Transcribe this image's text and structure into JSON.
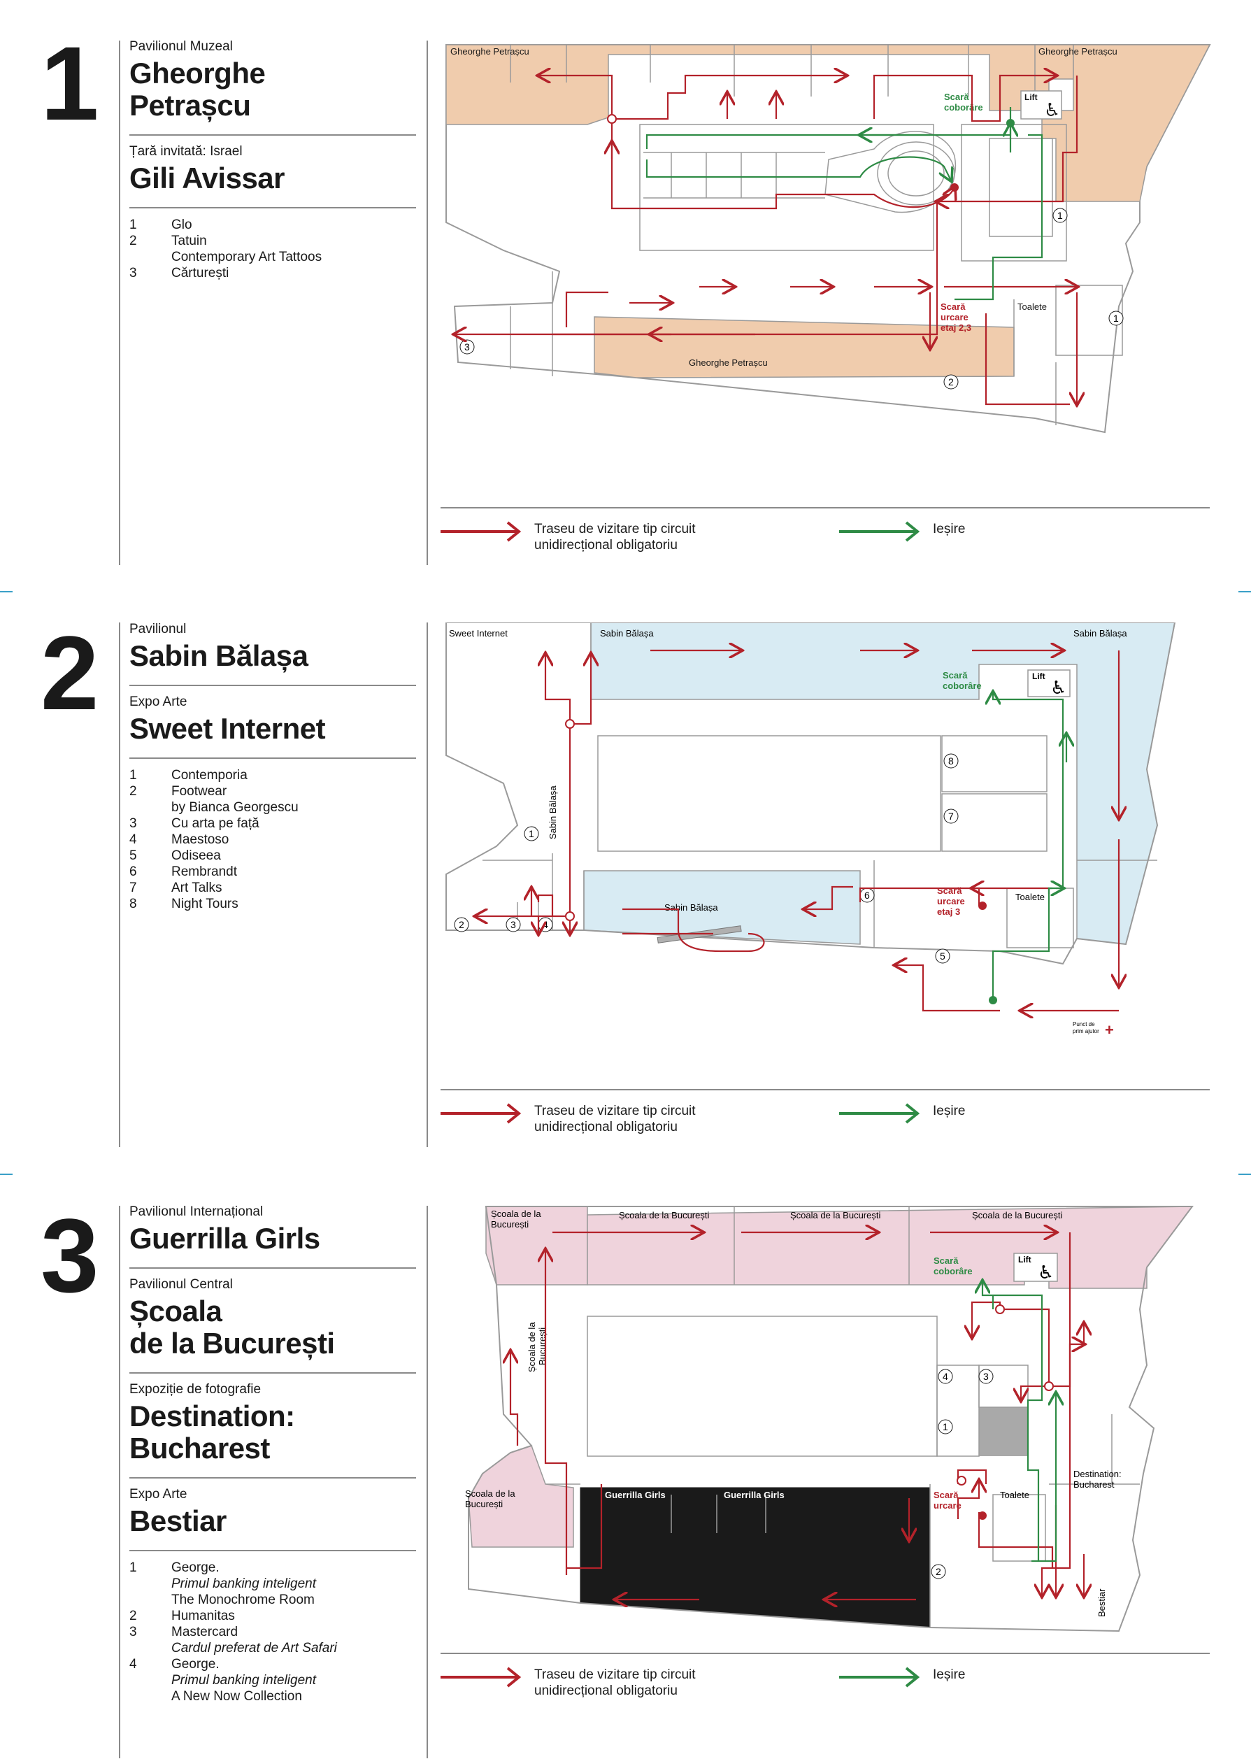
{
  "colors": {
    "route_red": "#b3222a",
    "exit_green": "#2e8b45",
    "tan": "#f0ccad",
    "blue": "#d8ebf3",
    "pink": "#efd3dc",
    "black": "#1a1a1a",
    "grey": "#a9a9a9",
    "wall": "#9a9a9a"
  },
  "legend": {
    "route_line1": "Traseu de vizitare tip circuit",
    "route_line2": "unidirecțional obligatoriu",
    "exit_label": "Ieșire"
  },
  "sections": [
    {
      "number": "1",
      "blocks": [
        {
          "kicker": "Pavilionul Muzeal",
          "title": "Gheorghe Petrașcu"
        },
        {
          "kicker": "Țară invitată: Israel",
          "title": "Gili Avissar"
        }
      ],
      "list": [
        {
          "n": "1",
          "lines": [
            {
              "t": "Glo"
            }
          ]
        },
        {
          "n": "2",
          "lines": [
            {
              "t": "Tatuin"
            },
            {
              "t": "Contemporary Art Tattoos"
            }
          ]
        },
        {
          "n": "3",
          "lines": [
            {
              "t": "Cărturești"
            }
          ]
        }
      ],
      "map": {
        "labels": {
          "room_tl": "Gheorghe Petrașcu",
          "room_tr": "Gheorghe Petrașcu",
          "room_bottom": "Gheorghe Petrașcu",
          "lift": "Lift",
          "stairs_down_1": "Scară",
          "stairs_down_2": "coborâre",
          "stairs_up_1": "Scară",
          "stairs_up_2": "urcare",
          "stairs_up_3": "etaj 2,3",
          "toilets": "Toalete"
        },
        "markers": [
          "1",
          "1",
          "2",
          "3"
        ]
      }
    },
    {
      "number": "2",
      "blocks": [
        {
          "kicker": "Pavilionul",
          "title": "Sabin Bălașa"
        },
        {
          "kicker": "Expo Arte",
          "title": "Sweet Internet"
        }
      ],
      "list": [
        {
          "n": "1",
          "lines": [
            {
              "t": "Contemporia"
            }
          ]
        },
        {
          "n": "2",
          "lines": [
            {
              "t": "Footwear"
            },
            {
              "t": "by Bianca Georgescu"
            }
          ]
        },
        {
          "n": "3",
          "lines": [
            {
              "t": "Cu arta pe față"
            }
          ]
        },
        {
          "n": "4",
          "lines": [
            {
              "t": "Maestoso"
            }
          ]
        },
        {
          "n": "5",
          "lines": [
            {
              "t": "Odiseea"
            }
          ]
        },
        {
          "n": "6",
          "lines": [
            {
              "t": "Rembrandt"
            }
          ]
        },
        {
          "n": "7",
          "lines": [
            {
              "t": "Art Talks"
            }
          ]
        },
        {
          "n": "8",
          "lines": [
            {
              "t": "Night Tours"
            }
          ]
        }
      ],
      "map": {
        "labels": {
          "room_tl": "Sweet Internet",
          "room_tm": "Sabin Bălașa",
          "room_tr": "Sabin Bălașa",
          "vertical": "Sabin Bălașa",
          "room_center": "Sabin Bălașa",
          "lift": "Lift",
          "stairs_down_1": "Scară",
          "stairs_down_2": "coborâre",
          "stairs_up_1": "Scară",
          "stairs_up_2": "urcare",
          "stairs_up_3": "etaj 3",
          "toilets": "Toalete",
          "first_aid_1": "Punct de",
          "first_aid_2": "prim ajutor"
        },
        "markers": [
          "1",
          "2",
          "3",
          "4",
          "5",
          "6",
          "7",
          "8"
        ]
      }
    },
    {
      "number": "3",
      "blocks": [
        {
          "kicker": "Pavilionul Internațional",
          "title": "Guerrilla Girls"
        },
        {
          "kicker": "Pavilionul Central",
          "title": "Școala de la București",
          "title_lines": [
            "Școala",
            "de la București"
          ]
        },
        {
          "kicker": "Expoziție de fotografie",
          "title": "Destination: Bucharest",
          "title_lines": [
            "Destination:",
            "Bucharest"
          ]
        },
        {
          "kicker": "Expo Arte",
          "title": "Bestiar"
        }
      ],
      "list": [
        {
          "n": "1",
          "lines": [
            {
              "t": "George."
            },
            {
              "t": "Primul banking inteligent",
              "i": true
            },
            {
              "t": "The Monochrome Room"
            }
          ]
        },
        {
          "n": "2",
          "lines": [
            {
              "t": "Humanitas"
            }
          ]
        },
        {
          "n": "3",
          "lines": [
            {
              "t": "Mastercard"
            },
            {
              "t": "Cardul preferat de Art Safari",
              "i": true
            }
          ]
        },
        {
          "n": "4",
          "lines": [
            {
              "t": "George."
            },
            {
              "t": "Primul banking inteligent",
              "i": true
            },
            {
              "t": "A New Now Collection"
            }
          ]
        }
      ],
      "map": {
        "labels": {
          "room_tl_1": "Școala de la",
          "room_tl_2": "București",
          "room_t2": "Școala de la București",
          "room_t3": "Școala de la București",
          "room_t4": "Școala de la București",
          "vertical_1": "Școala de la",
          "vertical_2": "București",
          "room_l_1": "Școala de la",
          "room_l_2": "București",
          "gg1": "Guerrilla Girls",
          "gg2": "Guerrilla Girls",
          "lift": "Lift",
          "stairs_down_1": "Scară",
          "stairs_down_2": "coborâre",
          "stairs_up_1": "Scară",
          "stairs_up_2": "urcare",
          "toilets": "Toalete",
          "dest_1": "Destination:",
          "dest_2": "Bucharest",
          "bestiar": "Bestiar"
        },
        "markers": [
          "1",
          "2",
          "3",
          "4"
        ]
      }
    }
  ]
}
